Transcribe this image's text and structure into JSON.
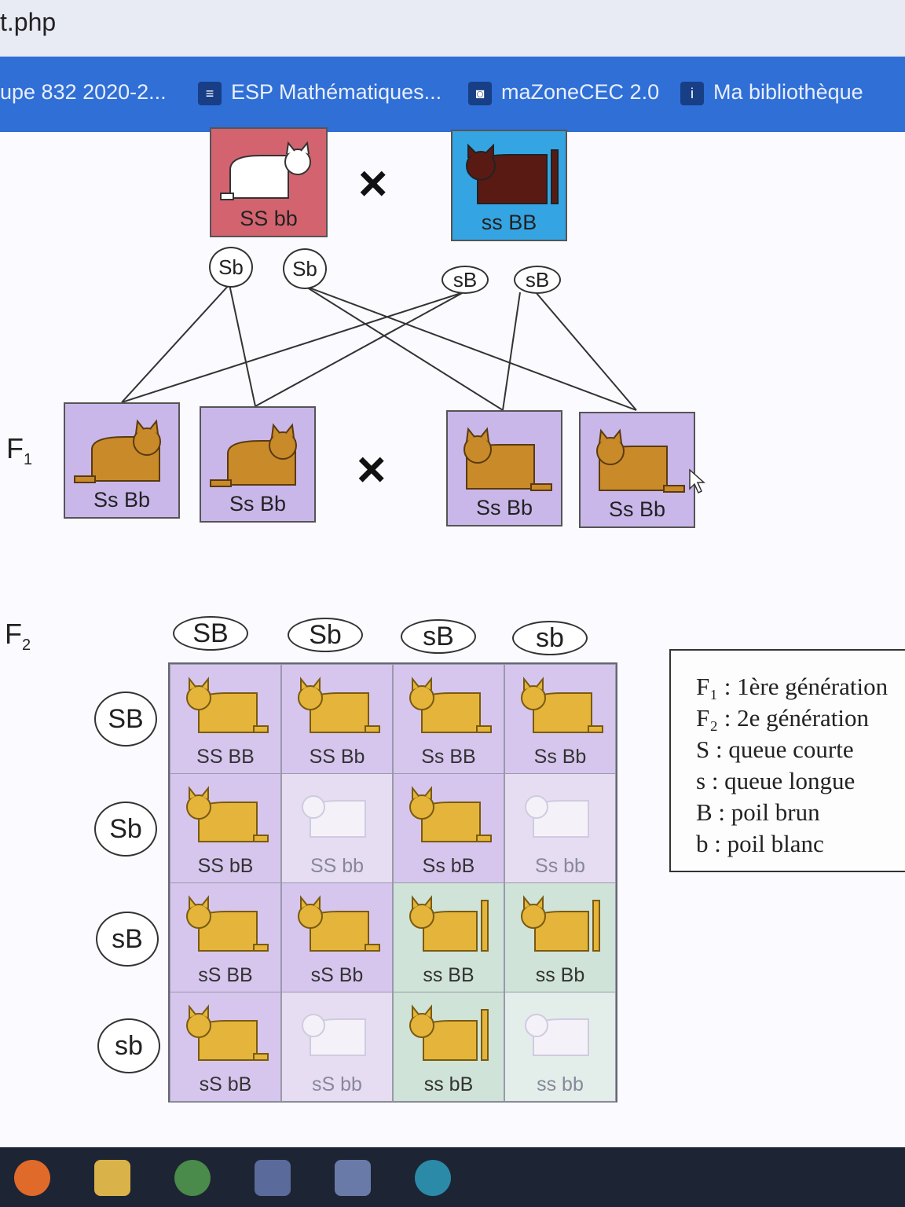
{
  "browser": {
    "url": "t.php",
    "bookmarks": [
      {
        "label": "upe 832 2020-2...",
        "icon": ""
      },
      {
        "label": "ESP Mathématiques...",
        "icon": "list-icon"
      },
      {
        "label": "maZoneCEC 2.0",
        "icon": "camera-icon"
      },
      {
        "label": "Ma bibliothèque",
        "icon": "library-icon"
      }
    ]
  },
  "parents": {
    "left": {
      "label": "SS bb",
      "bg": "#d3646f"
    },
    "right": {
      "label": "ss BB",
      "bg": "#35a4e2"
    },
    "cross": "×"
  },
  "parent_gametes": [
    "Sb",
    "Sb",
    "sB",
    "sB"
  ],
  "f1": {
    "label": "F",
    "sub": "1",
    "cards": [
      "Ss Bb",
      "Ss Bb",
      "Ss Bb",
      "Ss Bb"
    ],
    "cross": "×"
  },
  "f2": {
    "label": "F",
    "sub": "2",
    "col_gametes": [
      "SB",
      "Sb",
      "sB",
      "sb"
    ],
    "row_gametes": [
      "SB",
      "Sb",
      "sB",
      "sb"
    ],
    "cells": [
      [
        "SS BB",
        "SS Bb",
        "Ss BB",
        "Ss Bb"
      ],
      [
        "SS bB",
        "SS bb",
        "Ss bB",
        "Ss bb"
      ],
      [
        "sS BB",
        "sS Bb",
        "ss BB",
        "ss Bb"
      ],
      [
        "sS bB",
        "sS bb",
        "ss bB",
        "ss bb"
      ]
    ]
  },
  "legend": [
    "F₁ : 1ère génération",
    "F₂ : 2e génération",
    "S : queue courte",
    "s : queue longue",
    "B : poil brun",
    "b : poil blanc"
  ],
  "colors": {
    "brown_cat": "#c98a2a",
    "gold_cat": "#e4b53a",
    "dark_cat": "#5a1a14",
    "white_cat": "#ffffff",
    "purple_cell": "#d8c8ec",
    "green_cell": "#cfe3d8"
  }
}
